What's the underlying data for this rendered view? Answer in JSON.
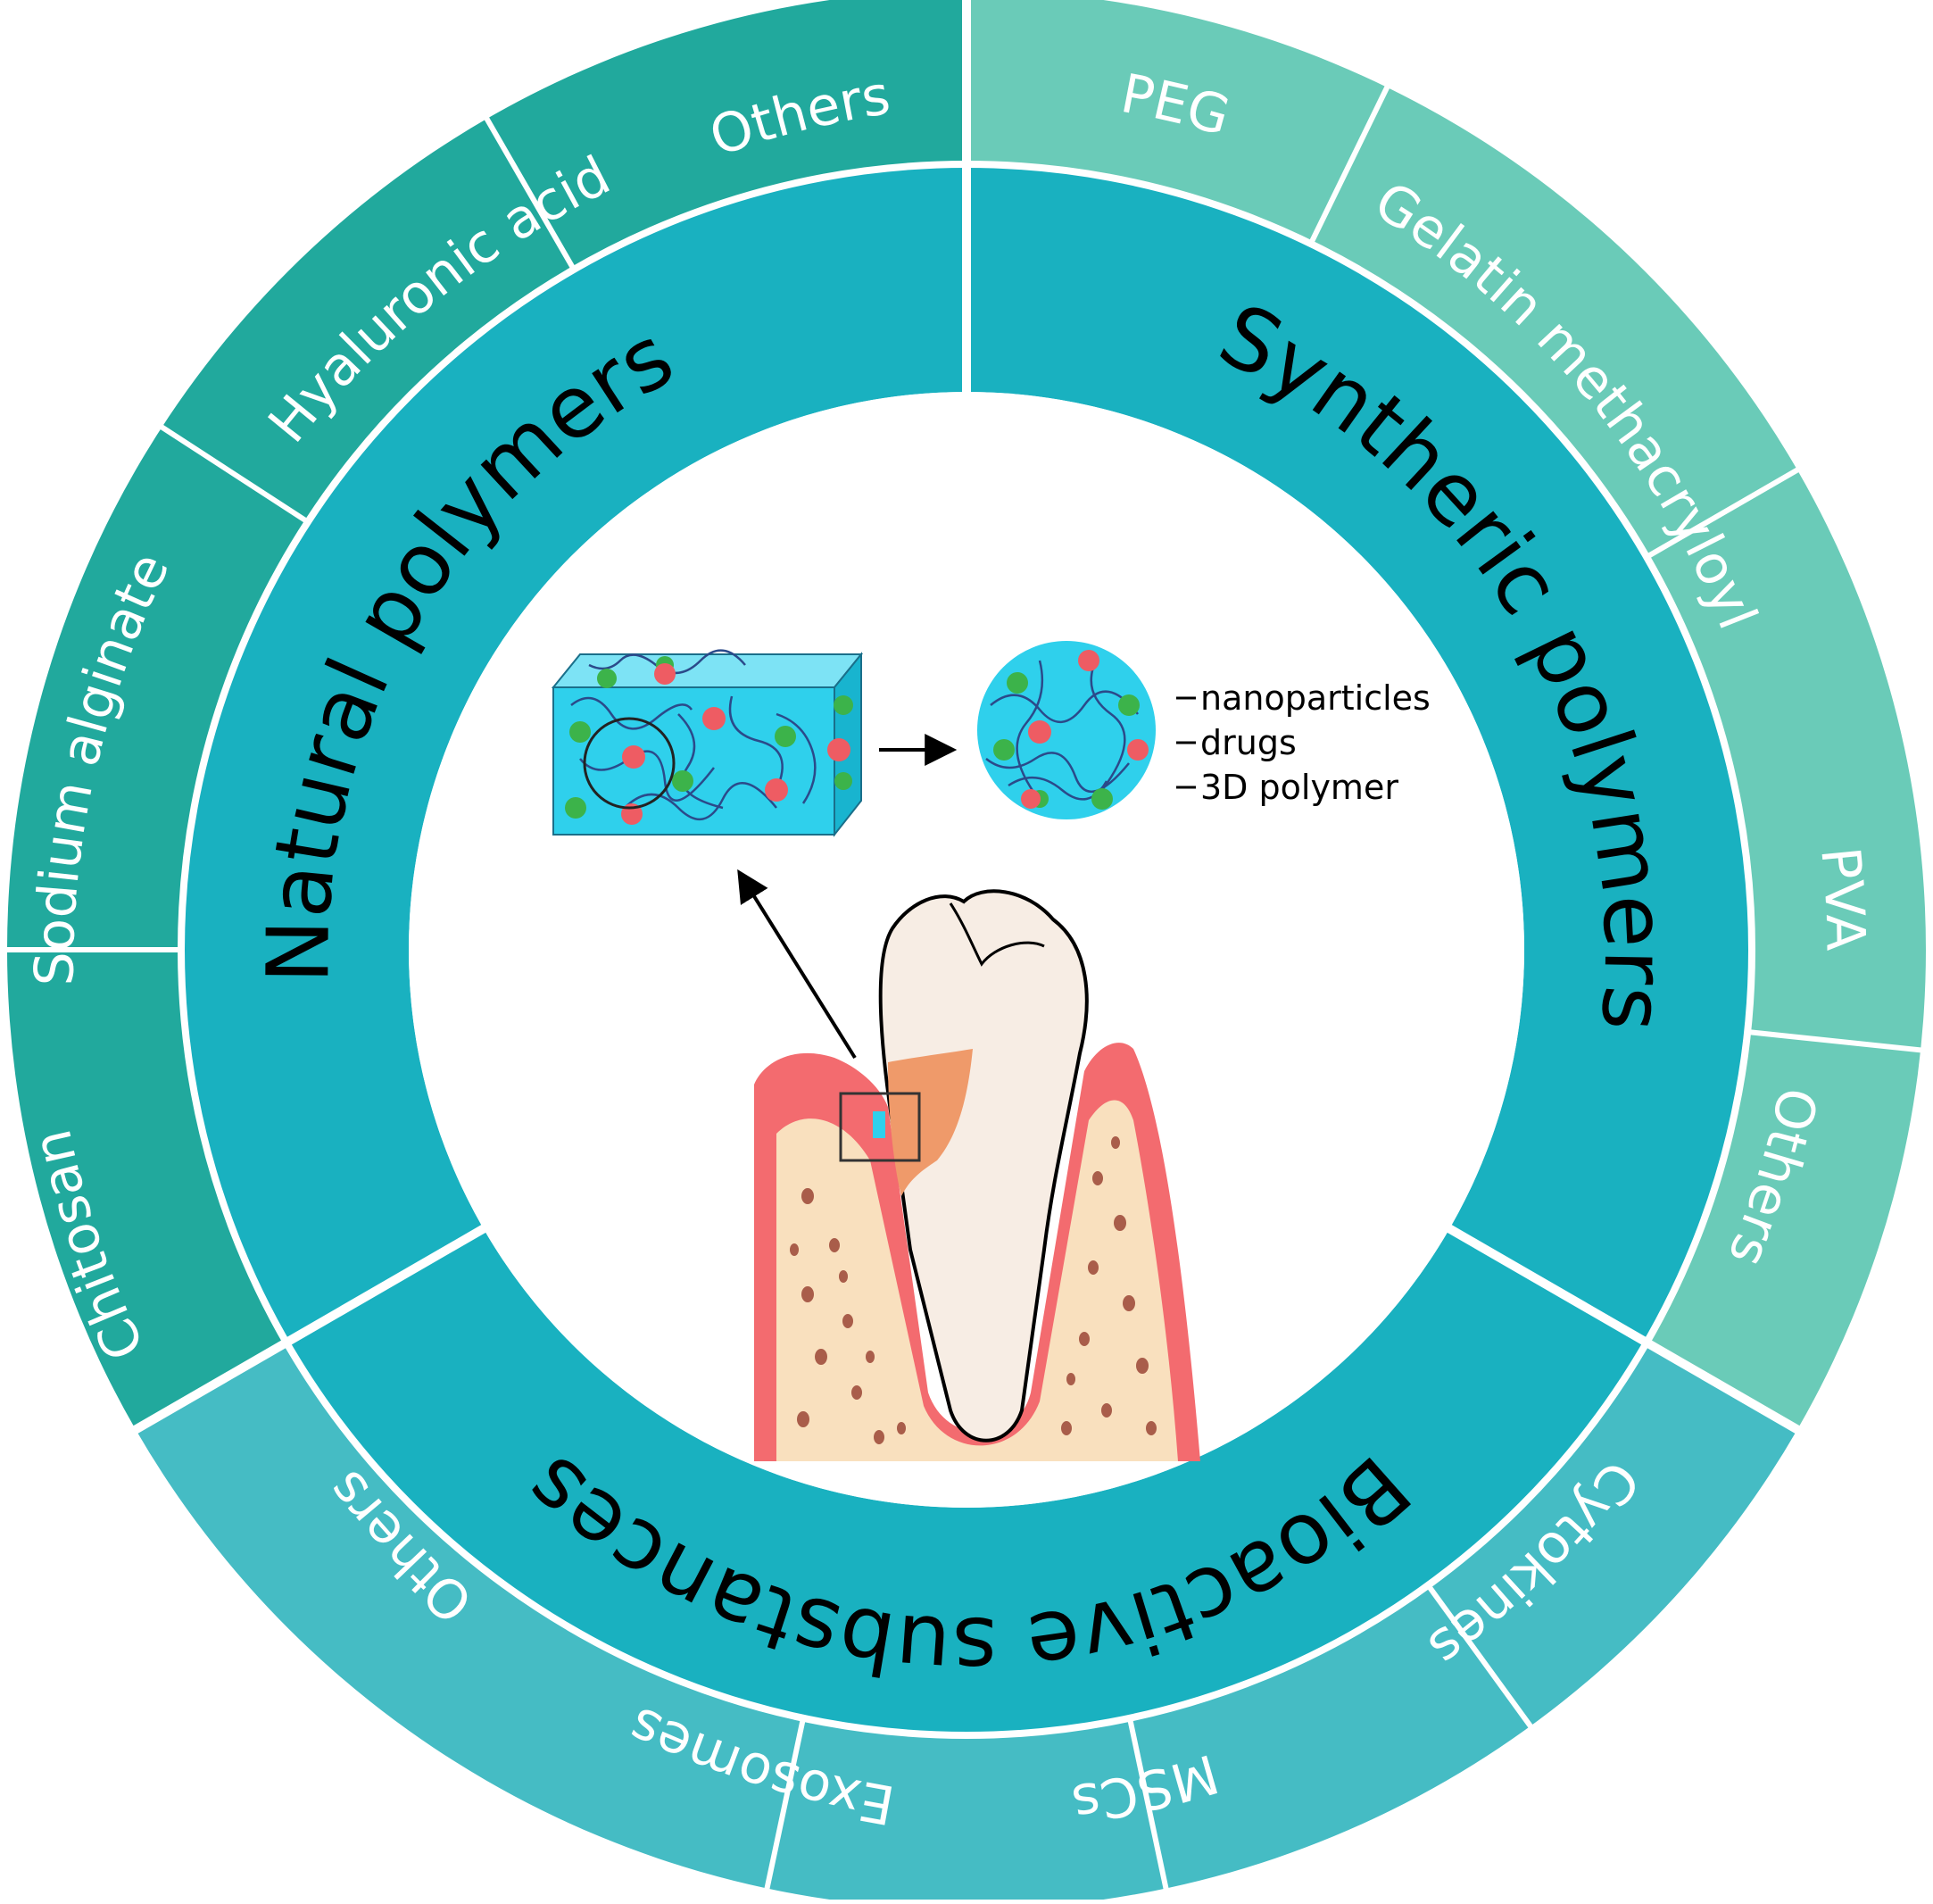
{
  "colors": {
    "natural_outer": "#21a99d",
    "synthetic_outer": "#6acbb8",
    "bioactive_outer": "#45bcc4",
    "inner_ring": "#19b1c0",
    "separator": "#ffffff",
    "hydrogel": "#2fd0ec",
    "nanoparticle": "#3cb34a",
    "drug": "#ee5c63",
    "gum": "#f36b6f",
    "bone": "#f9e0be",
    "bone_spot": "#a95d4a",
    "tooth": "#f7ede4",
    "caries": "#ef9a6a"
  },
  "categories": [
    {
      "id": "natural",
      "label": "Natural polymers",
      "items": [
        "Chitosan",
        "Sodium alginate",
        "Hyaluronic acid",
        "Others"
      ]
    },
    {
      "id": "synthetic",
      "label": "Syntheric polymers",
      "items": [
        "PEG",
        "Gelatin methacryloyl",
        "PVA",
        "Others"
      ]
    },
    {
      "id": "bioactive",
      "label": "Bioactive substances",
      "items": [
        "Cytokines",
        "MSCs",
        "Exosomes",
        "Others"
      ]
    }
  ],
  "legend": {
    "nanoparticles": "nanoparticles",
    "drugs": "drugs",
    "polymer": "3D polymer"
  }
}
